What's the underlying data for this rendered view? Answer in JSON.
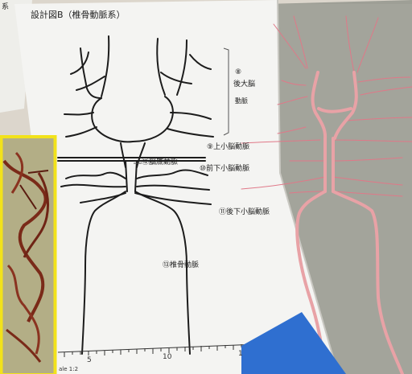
{
  "top_left_fragment": "系",
  "title": "設計図B（椎骨動脈系）",
  "labels": {
    "pca_num": "⑧",
    "pca_line1": "後大脳",
    "pca_line2": "動脈",
    "sca": "⑨上小脳動脈",
    "basilar": "⑫脳底動脈",
    "aica": "⑩前下小脳動脈",
    "pica": "⑪後下小脳動脈",
    "vertebral": "⑬椎骨動脈"
  },
  "ruler": {
    "tick_labels": [
      "5",
      "10",
      "1"
    ],
    "corner_label": "ale 1:2"
  },
  "colors": {
    "paper": "#f4f4f2",
    "ink": "#1c1c1c",
    "yellow_border": "#f2e21a",
    "model_pink": "#e8a2a6",
    "thread_pink": "#e07888",
    "blue_corner": "#2f6fd0",
    "cardboard": "#9e9f96",
    "felt": "#b3ae86"
  }
}
